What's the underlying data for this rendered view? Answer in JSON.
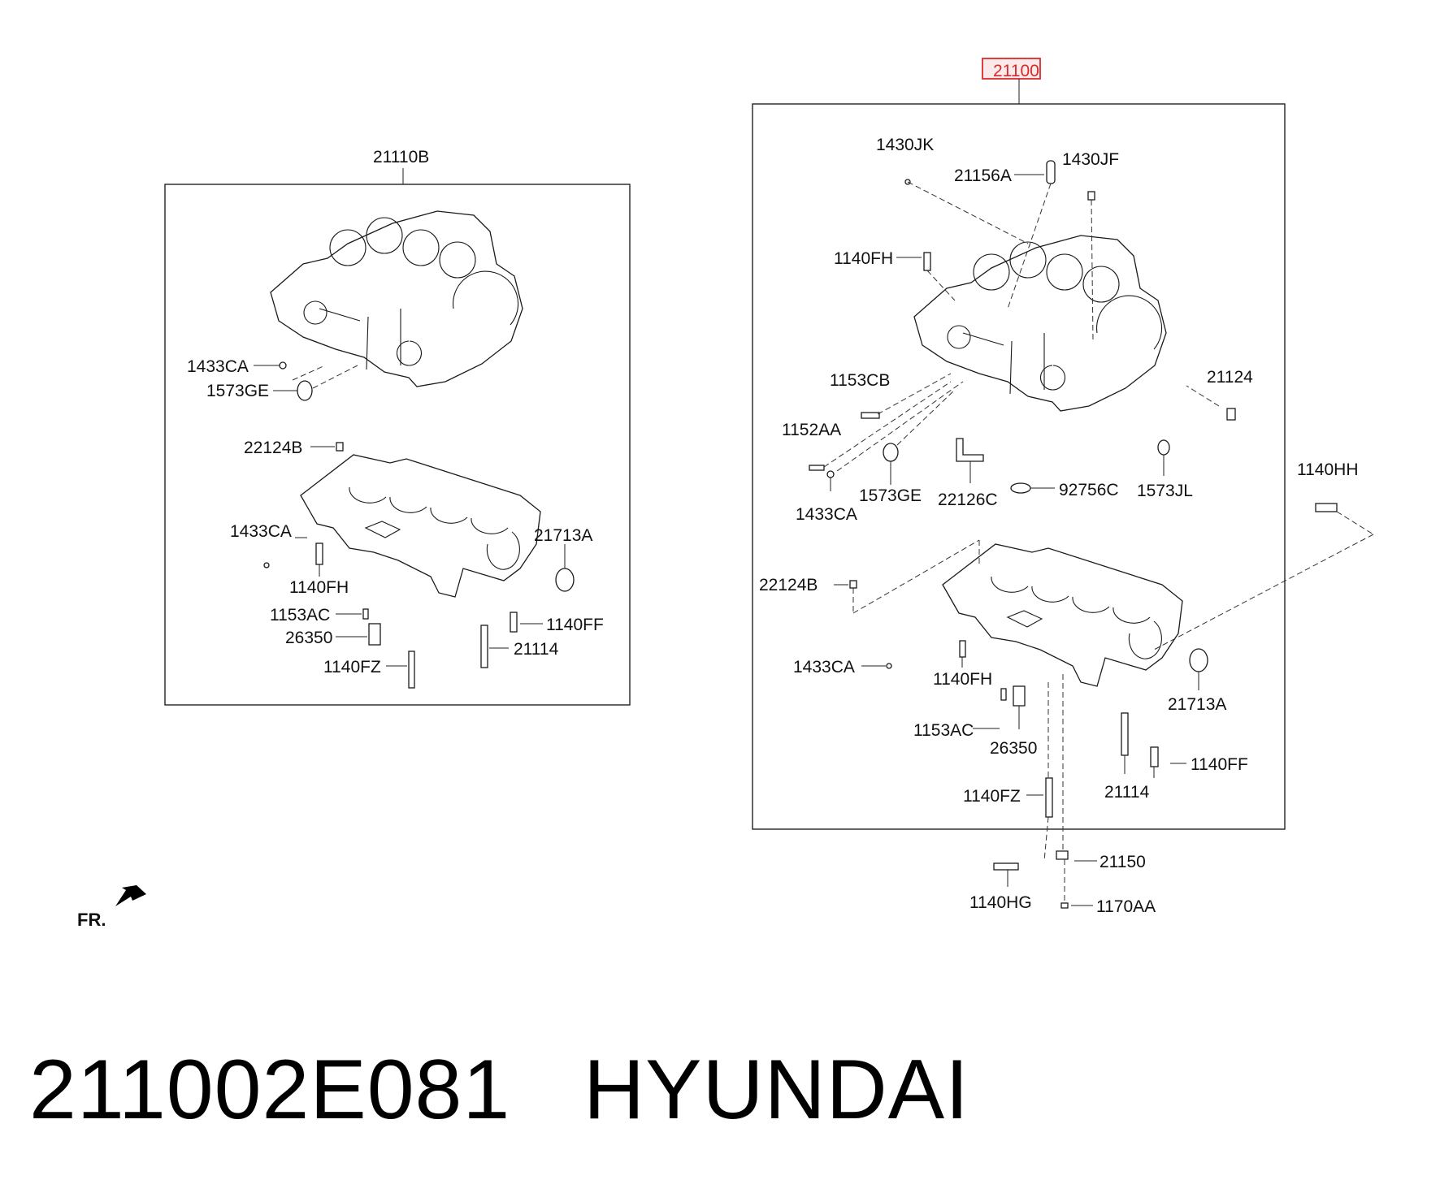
{
  "highlight_color": "#d62b2b",
  "assembly_label": "21100",
  "left_assembly": {
    "title": "21110B",
    "labels": [
      "1433CA",
      "1573GE",
      "22124B",
      "1433CA",
      "21713A",
      "1140FH",
      "1153AC",
      "1140FF",
      "26350",
      "21114",
      "1140FZ"
    ]
  },
  "right_assembly": {
    "labels": [
      "1430JK",
      "21156A",
      "1430JF",
      "1140FH",
      "1153CB",
      "21124",
      "1152AA",
      "1573GE",
      "22126C",
      "92756C",
      "1573JL",
      "1433CA",
      "22124B",
      "1433CA",
      "1140FH",
      "21713A",
      "1153AC",
      "26350",
      "1140FF",
      "21114",
      "1140FZ"
    ]
  },
  "outside_labels": [
    "1140HH",
    "21150",
    "1140HG",
    "1170AA"
  ],
  "front_indicator": "FR.",
  "footer": {
    "part_number": "211002E081",
    "brand": "HYUNDAI"
  }
}
